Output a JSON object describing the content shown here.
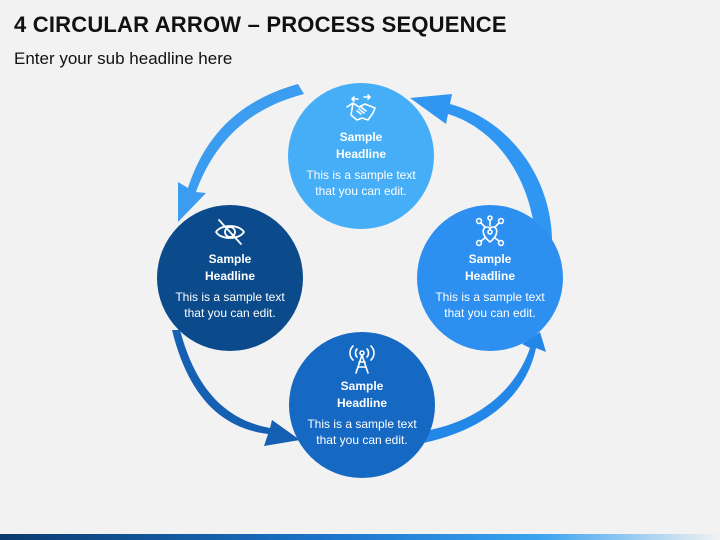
{
  "header": {
    "title": "4 CIRCULAR ARROW – PROCESS SEQUENCE",
    "subtitle": "Enter your sub headline here"
  },
  "steps": [
    {
      "position": "top",
      "icon": "handshake-icon",
      "headline": "Sample Headline",
      "text": "This is a sample text that you can edit.",
      "color": "#45aef7"
    },
    {
      "position": "right",
      "icon": "heart-network-icon",
      "headline": "Sample Headline",
      "text": "This is a sample text that you can edit.",
      "color": "#2d8ff0"
    },
    {
      "position": "bottom",
      "icon": "broadcast-tower-icon",
      "headline": "Sample Headline",
      "text": "This is a sample text that you can edit.",
      "color": "#1569c3"
    },
    {
      "position": "left",
      "icon": "eye-slash-icon",
      "headline": "Sample Headline",
      "text": "This is a sample text that you can edit.",
      "color": "#0b4b8c"
    }
  ],
  "colors": {
    "arrow_top_left": "#3c9df0",
    "arrow_left_bottom": "#1660b4",
    "arrow_bottom_right": "#2387e8",
    "arrow_right_top": "#2f97f2"
  }
}
